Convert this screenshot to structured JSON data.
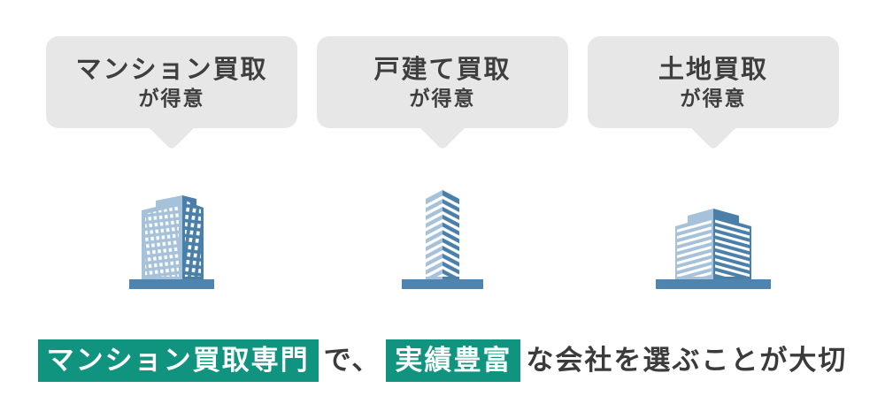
{
  "colors": {
    "bubble_bg": "#e7e7e7",
    "bubble_text": "#3e3e3e",
    "highlight_bg": "#109480",
    "highlight_text": "#ffffff",
    "body_text": "#3b3b3b",
    "building_light": "#a6c2da",
    "building_dark": "#4a7fa9",
    "building_base": "#4e84ad",
    "page_bg": "#ffffff"
  },
  "columns": [
    {
      "bubble_line1": "マンション買取",
      "bubble_line2": "が得意",
      "icon": "office-building-grid-windows-icon"
    },
    {
      "bubble_line1": "戸建て買取",
      "bubble_line2": "が得意",
      "icon": "office-tower-striped-icon"
    },
    {
      "bubble_line1": "土地買取",
      "bubble_line2": "が得意",
      "icon": "office-building-wide-striped-icon"
    }
  ],
  "bottom_message": {
    "segments": [
      {
        "text": "マンション買取専門",
        "highlight": true
      },
      {
        "text": "で、",
        "highlight": false
      },
      {
        "text": "実績豊富",
        "highlight": true
      },
      {
        "text": "な会社を選ぶことが大切",
        "highlight": false
      }
    ]
  }
}
